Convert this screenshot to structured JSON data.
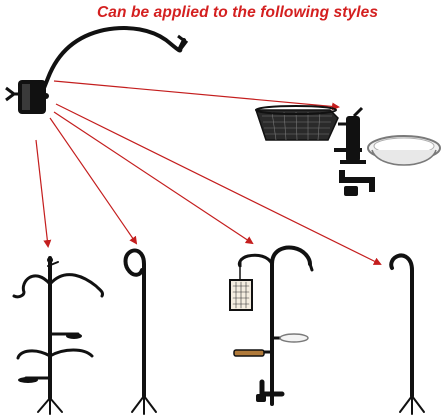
{
  "headline": {
    "text": "Can be applied to the following styles",
    "color": "#d42020"
  },
  "colors": {
    "arrow": "#c41e1e",
    "metal": "#111111",
    "bowl_rim": "#7a7a7a"
  },
  "illustrations": [
    "hanger-hook-with-clamp",
    "mesh-tray-and-bowl-clamp-mount",
    "four-arm-garden-pole",
    "single-shepherd-hook",
    "double-hook-feeder-station",
    "plain-shepherd-hook"
  ]
}
